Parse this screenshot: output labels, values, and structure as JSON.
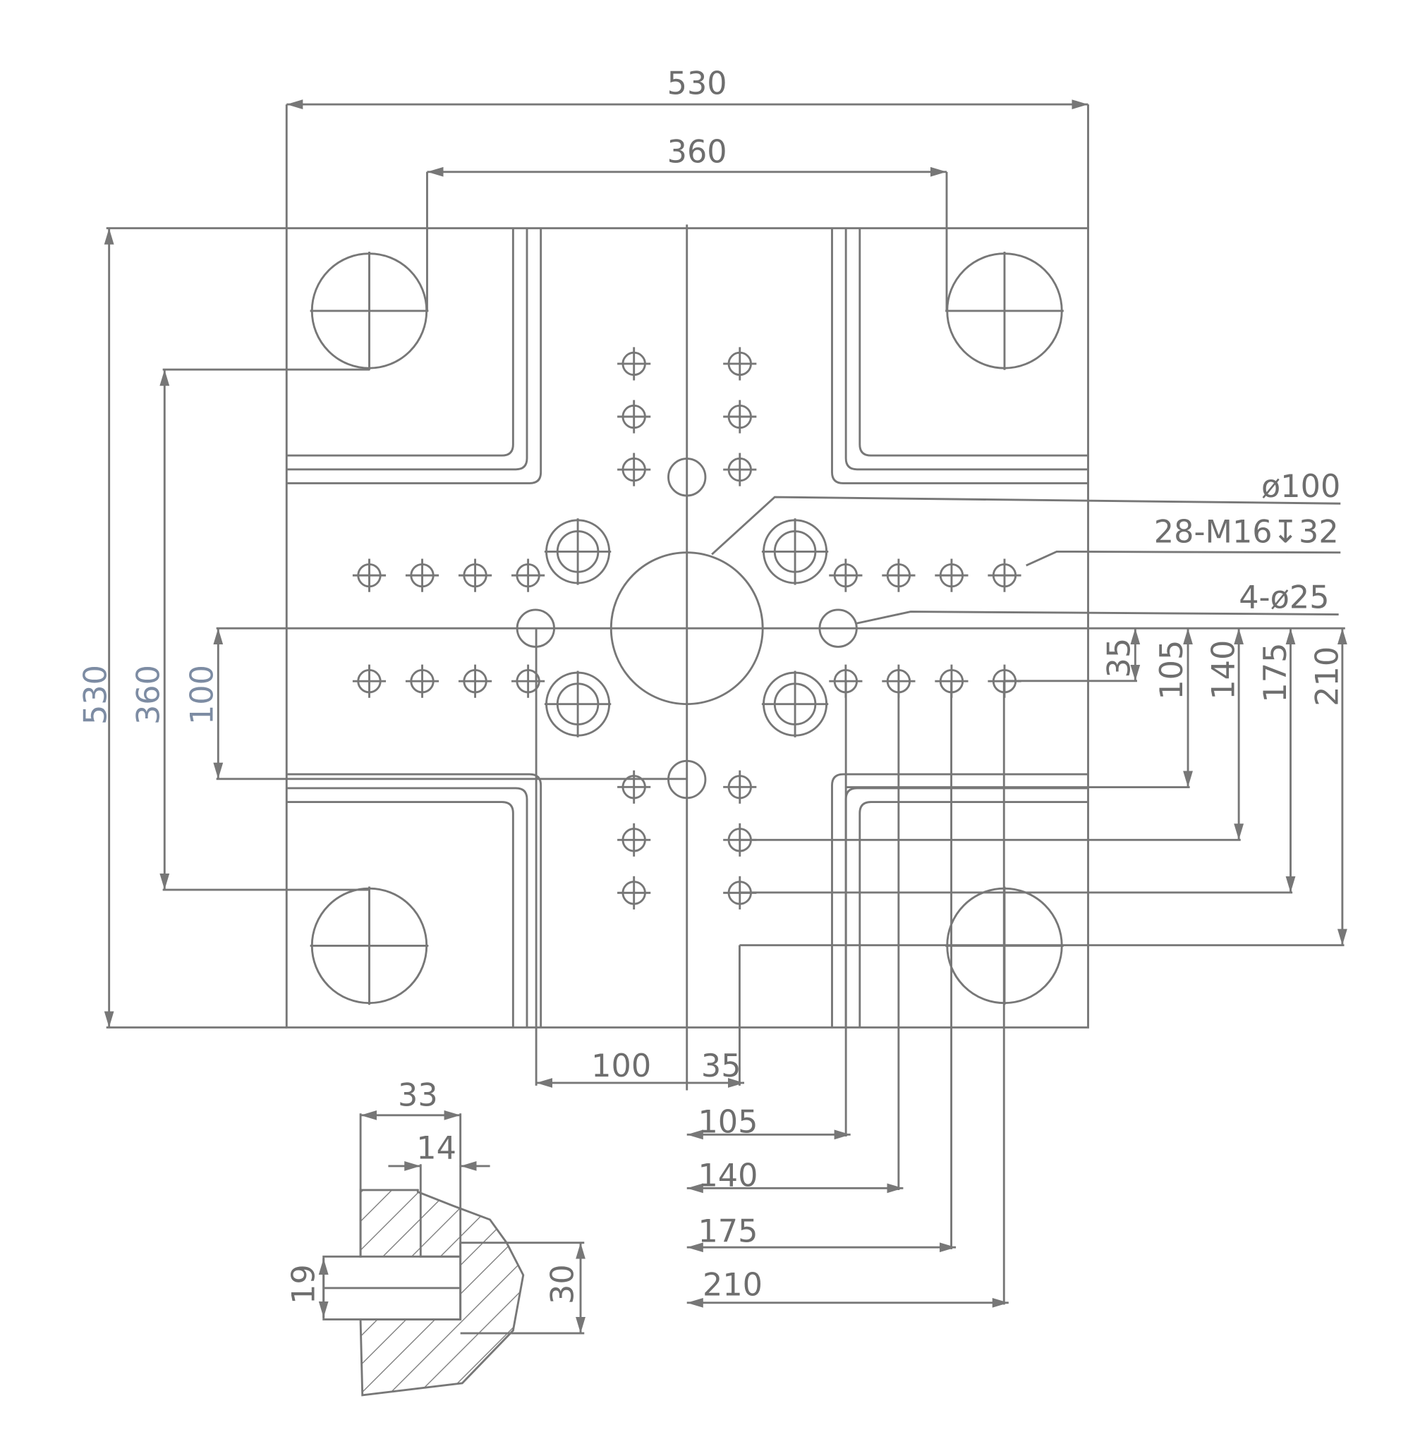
{
  "drawing": {
    "colors": {
      "line": "#777777",
      "text": "#6e6e6e",
      "left_dims": "#7d8ca3"
    },
    "dimensions": {
      "overall_width": "530",
      "tie_bar_width": "360",
      "overall_height": "530",
      "tie_bar_height": "360",
      "center_height": "100",
      "center_width": "100",
      "h35": "35",
      "h105": "105",
      "h140": "140",
      "h175": "175",
      "h210": "210",
      "v35": "35",
      "v105": "105",
      "v140": "140",
      "v175": "175",
      "v210": "210"
    },
    "callouts": {
      "center_bore": "ø100",
      "threaded_holes": "28-M16↧32",
      "small_holes": "4-ø25"
    },
    "section_detail": {
      "width_outer": "33",
      "width_inner": "14",
      "height_inner": "19",
      "height_outer": "30"
    }
  }
}
